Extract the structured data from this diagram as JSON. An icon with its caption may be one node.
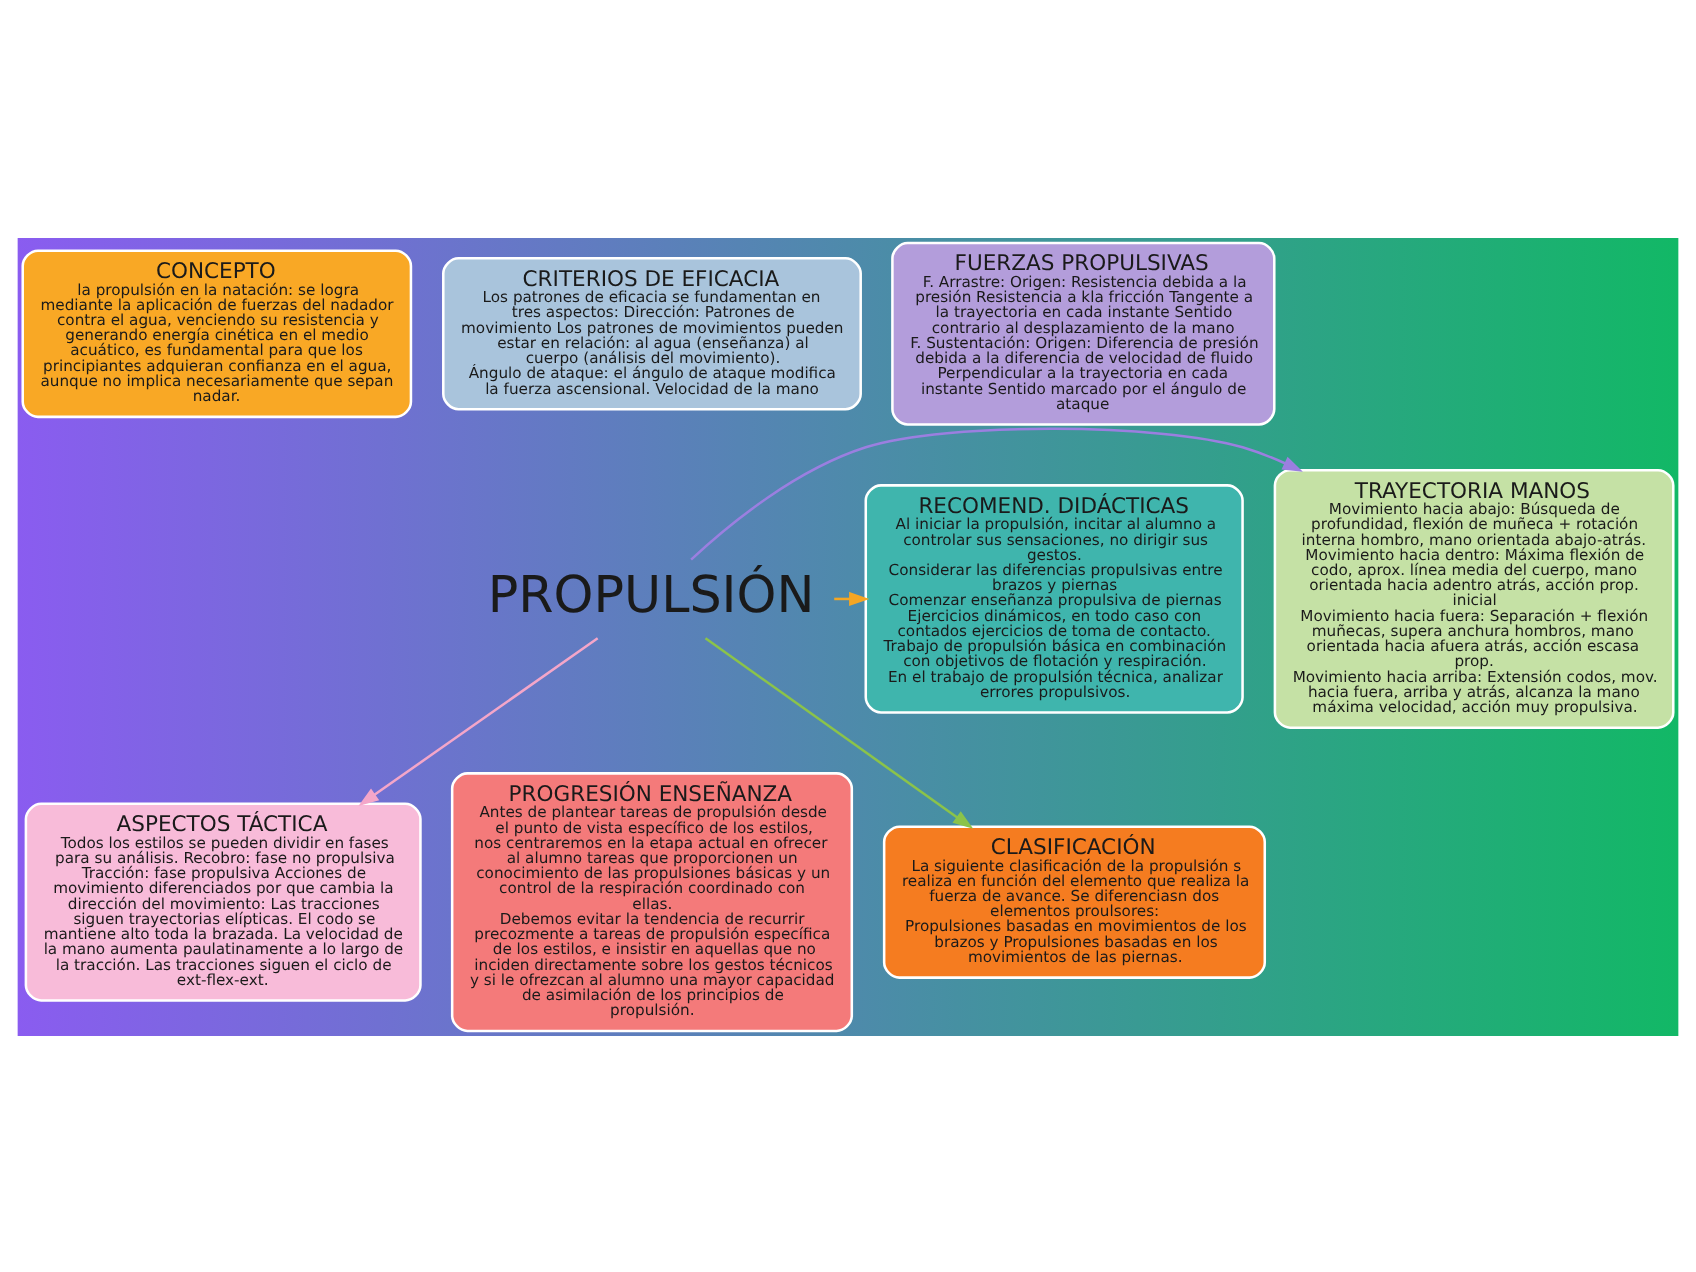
{
  "diagram": {
    "nodes": [
      {
        "text": [
          "CONCEPTO",
          "la propulsión en la natación: se logra mediante la aplicación de fuerzas del nadador contra el agua, venciendo su resistencia y generando energía cinética en el medio acuático, es fundamental para que los principiantes adquieran confianza en el agua, aunque no implica necesariamente que sepan nadar."
        ]
      },
      {
        "text": [
          "CRITERIOS DE EFICACIA",
          "Los patrones de eficacia se fundamentan en tres aspectos: Dirección: Patrones de movimiento Los patrones de movimientos pueden estar en relación: al agua (enseñanza) al cuerpo (análisis del movimiento).",
          "Ángulo de ataque: el ángulo de ataque modifica la fuerza ascensional. Velocidad de la mano"
        ]
      },
      {
        "text": [
          "FUERZAS PROPULSIVAS",
          "F. Arrastre: Origen: Resistencia debida a la presión Resistencia a kla fricción Tangente a la trayectoria en cada instante Sentido contrario al desplazamiento de la mano",
          "F. Sustentación: Origen: Diferencia de presión debida a la diferencia de velocidad de fluido Perpendicular a la trayectoria en cada instante Sentido marcado por el ángulo de ataque"
        ]
      },
      {
        "text": [
          "RECOMEND. DIDÁCTICAS",
          "Al iniciar la propulsión, incitar al alumno a controlar sus sensaciones, no dirigir sus gestos.",
          "Considerar las diferencias propulsivas entre brazos y piernas",
          "Comenzar enseñanza propulsiva de piernas",
          "Ejercicios dinámicos, en todo caso con contados ejercicios de toma de contacto.",
          "Trabajo de propulsión básica en combinación con objetivos de flotación y respiración.",
          "En el trabajo de propulsión técnica, analizar errores propulsivos."
        ]
      },
      {
        "text": [
          "PROPULSIÓN"
        ]
      },
      {
        "text": [
          "TRAYECTORIA MANOS",
          "Movimiento hacia abajo: Búsqueda de profundidad, flexión de muñeca + rotación interna hombro, mano orientada abajo-atrás.",
          "Movimiento hacia dentro: Máxima flexión de codo, aprox. línea media del cuerpo, mano orientada hacia adentro atrás, acción prop. inicial",
          "Movimiento hacia fuera: Separación + flexión muñecas, supera anchura hombros, mano orientada hacia afuera atrás, acción escasa prop.",
          "Movimiento hacia arriba: Extensión codos, mov. hacia fuera, arriba y atrás, alcanza la mano máxima velocidad, acción muy propulsiva."
        ]
      },
      {
        "text": [
          "ASPECTOS TÁCTICA",
          "Todos los estilos se pueden dividir en fases para su análisis. Recobro: fase no propulsiva Tracción: fase propulsiva Acciones de movimiento diferenciados por que cambia la dirección del movimiento: Las tracciones siguen trayectorias elípticas. El codo se mantiene alto toda la brazada. La velocidad de la mano aumenta paulatinamente a lo largo de la tracción. Las tracciones siguen el ciclo de ext-flex-ext."
        ]
      },
      {
        "text": [
          "PROGRESIÓN ENSEÑANZA",
          "Antes de plantear tareas de propulsión desde el punto de vista específico de los estilos, nos centraremos en la etapa actual en ofrecer al alumno tareas que proporcionen un conocimiento de las propulsiones básicas y un control de la respiración coordinado con ellas.",
          "Debemos evitar la tendencia de recurrir precozmente a tareas de propulsión específica de los estilos, e insistir en aquellas que no inciden directamente sobre los gestos técnicos y si le ofrezcan al alumno una mayor capacidad de asimilación de los principios de propulsión."
        ]
      },
      {
        "text": [
          "CLASIFICACIÓN",
          "La siguiente clasificación de la propulsión s realiza en función del elemento que realiza la fuerza de avance. Se diferenciasn dos elementos proulsores:",
          "Propulsiones basadas en movimientos de los brazos y Propulsiones basadas en los movimientos de las piernas."
        ]
      }
    ],
    "edges": [
      {
        "from": 4,
        "to": 3,
        "arrow": "to",
        "color": "#f5a623"
      },
      {
        "from": 4,
        "to": 5,
        "arrow": "to",
        "color": "#9b7fe0"
      },
      {
        "from": 4,
        "to": 6,
        "arrow": "to",
        "color": "#f4a6c9"
      },
      {
        "from": 4,
        "to": 8,
        "arrow": "to",
        "color": "#8bc34a"
      }
    ]
  }
}
